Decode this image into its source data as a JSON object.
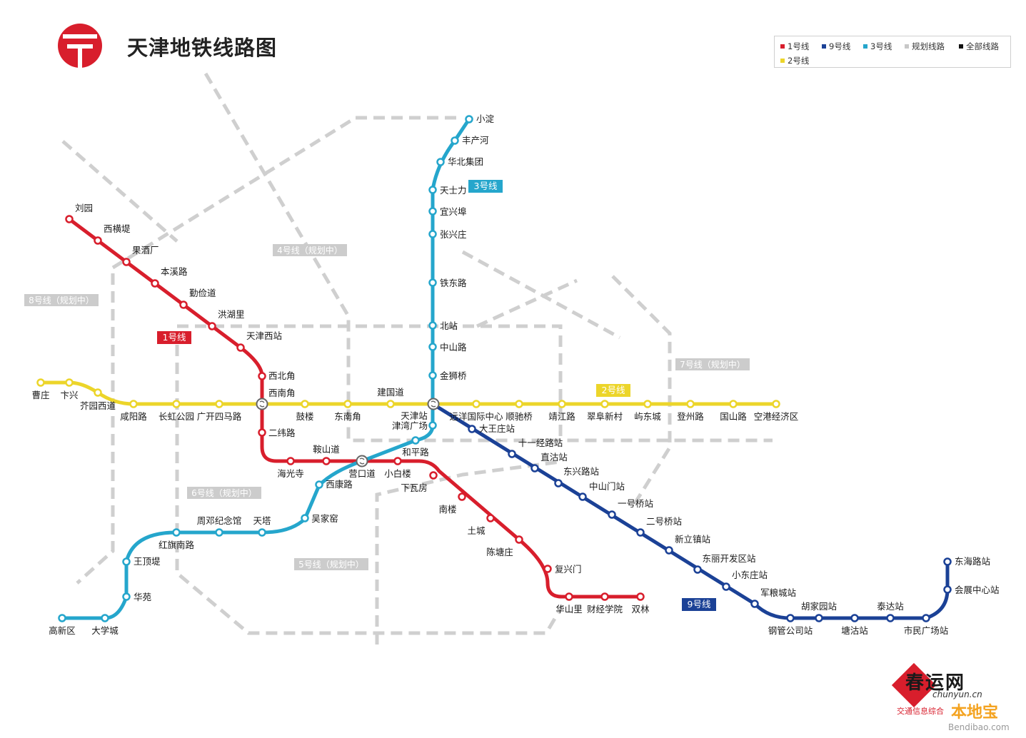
{
  "header": {
    "title": "天津地铁线路图"
  },
  "legend": {
    "items": [
      {
        "label": "1号线",
        "color": "#d81e2c"
      },
      {
        "label": "9号线",
        "color": "#1b4196"
      },
      {
        "label": "3号线",
        "color": "#25a6cc"
      },
      {
        "label": "规划线路",
        "color": "#c8c8c8"
      },
      {
        "label": "全部线路",
        "color": "#111111"
      },
      {
        "label": "2号线",
        "color": "#ecd52a"
      }
    ]
  },
  "line_tags": [
    {
      "label": "1号线",
      "color": "#d81e2c"
    },
    {
      "label": "3号线",
      "color": "#25a6cc"
    },
    {
      "label": "2号线",
      "color": "#ecd52a"
    },
    {
      "label": "9号线",
      "color": "#1b4196"
    }
  ],
  "planned_tags": [
    "4号线（规划中）",
    "8号线（规划中）",
    "7号线（规划中）",
    "6号线（规划中）",
    "5号线（规划中）"
  ],
  "lines": {
    "line1": {
      "color": "#d81e2c",
      "stations": [
        "刘园",
        "西横堤",
        "果酒厂",
        "本溪路",
        "勤俭道",
        "洪湖里",
        "天津西站",
        "西北角",
        "西南角",
        "二纬路",
        "海光寺",
        "鞍山道",
        "营口道",
        "小白楼",
        "下瓦房",
        "南楼",
        "土城",
        "陈塘庄",
        "复兴门",
        "华山里",
        "财经学院",
        "双林"
      ]
    },
    "line2": {
      "color": "#ecd52a",
      "stations": [
        "曹庄",
        "卞兴",
        "芥园西道",
        "咸阳路",
        "长虹公园",
        "广开四马路",
        "西南角",
        "鼓楼",
        "东南角",
        "建国道",
        "天津站",
        "远洋国际中心",
        "顺驰桥",
        "靖江路",
        "翠阜新村",
        "屿东城",
        "登州路",
        "国山路",
        "空港经济区"
      ]
    },
    "line3": {
      "color": "#25a6cc",
      "stations": [
        "小淀",
        "丰产河",
        "华北集团",
        "天士力",
        "宜兴埠",
        "张兴庄",
        "铁东路",
        "北站",
        "中山路",
        "金狮桥",
        "天津站",
        "津湾广场",
        "和平路",
        "营口道",
        "西康路",
        "吴家窑",
        "天塔",
        "周邓纪念馆",
        "红旗南路",
        "王顶堤",
        "华苑",
        "大学城",
        "高新区"
      ]
    },
    "line9": {
      "color": "#1b4196",
      "stations": [
        "天津站",
        "大王庄站",
        "十一经路站",
        "直沽站",
        "东兴路站",
        "中山门站",
        "一号桥站",
        "二号桥站",
        "新立镇站",
        "东丽开发区站",
        "小东庄站",
        "军粮城站",
        "钢管公司站",
        "胡家园站",
        "塘沽站",
        "泰达站",
        "市民广场站",
        "会展中心站",
        "东海路站"
      ]
    }
  },
  "watermark": {
    "brand": "春运网",
    "domain": "chunyun.cn",
    "slogan": "交通信息综合",
    "site_cn": "本地宝",
    "site_url": "Bendibao.com"
  }
}
